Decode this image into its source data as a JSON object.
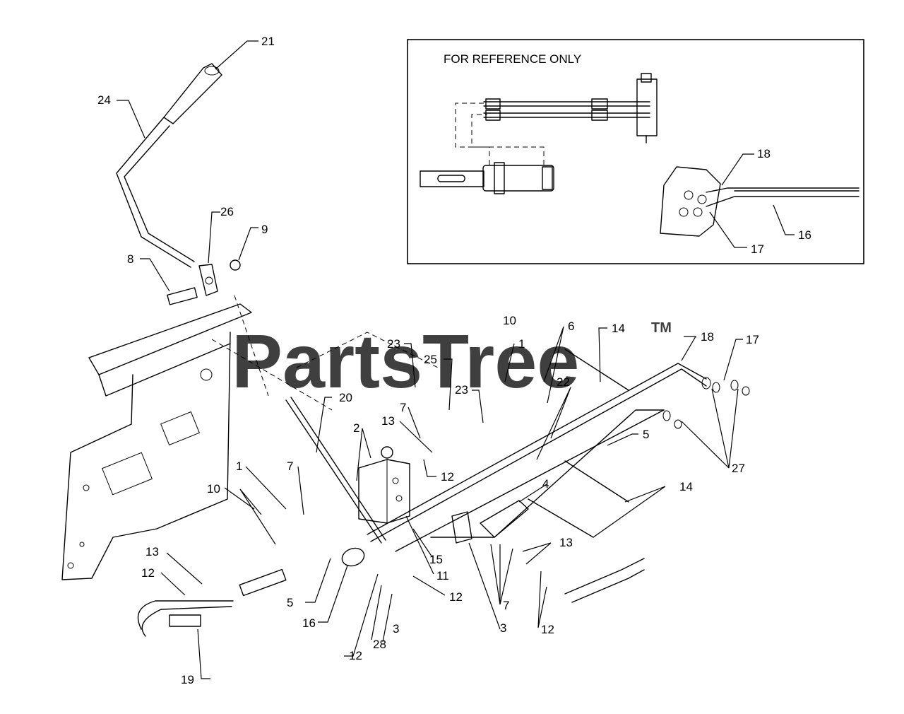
{
  "inset": {
    "title": "FOR REFERENCE ONLY",
    "callouts": [
      "18",
      "17",
      "16"
    ]
  },
  "watermark": {
    "text": "PartsTree",
    "mark": "TM"
  },
  "callouts": [
    "21",
    "24",
    "26",
    "9",
    "8",
    "10",
    "6",
    "14",
    "18",
    "17",
    "1",
    "23",
    "25",
    "7",
    "23",
    "22",
    "5",
    "13",
    "2",
    "12",
    "1",
    "7",
    "10",
    "4",
    "14",
    "27",
    "13",
    "12",
    "15",
    "11",
    "5",
    "16",
    "12",
    "28",
    "3",
    "3",
    "7",
    "13",
    "12",
    "19",
    "12",
    "20"
  ]
}
